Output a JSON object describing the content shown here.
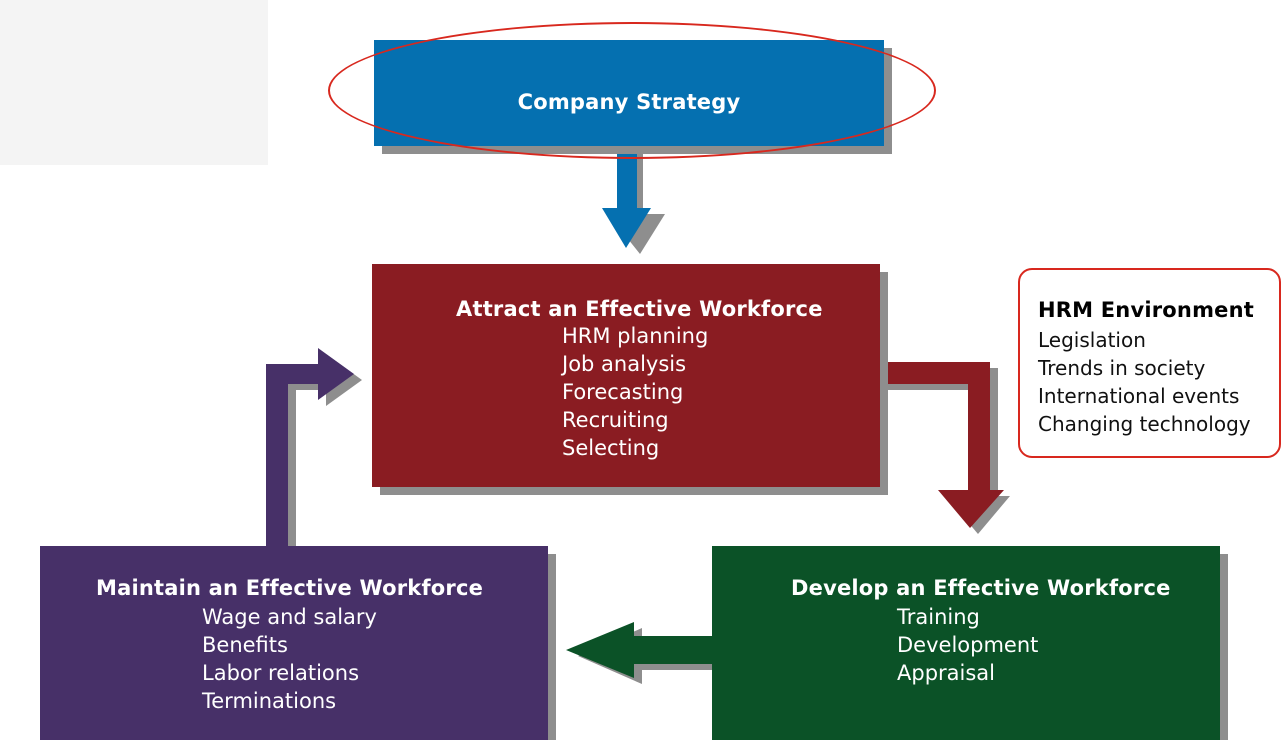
{
  "strategy": {
    "title": "Company Strategy"
  },
  "attract": {
    "title": "Attract an Effective Workforce",
    "items": [
      "HRM planning",
      "Job analysis",
      "Forecasting",
      "Recruiting",
      "Selecting"
    ]
  },
  "develop": {
    "title": "Develop an Effective Workforce",
    "items": [
      "Training",
      "Development",
      "Appraisal"
    ]
  },
  "maintain": {
    "title": "Maintain an Effective Workforce",
    "items": [
      "Wage and salary",
      "Benefits",
      "Labor relations",
      "Terminations"
    ]
  },
  "environment": {
    "title": "HRM Environment",
    "items": [
      "Legislation",
      "Trends in society",
      "International events",
      "Changing technology"
    ]
  },
  "colors": {
    "strategy": "#0570b0",
    "attract": "#8a1c22",
    "develop": "#0b5227",
    "maintain": "#473068",
    "highlight": "#d8281e",
    "shadow": "#8e8e8e"
  }
}
